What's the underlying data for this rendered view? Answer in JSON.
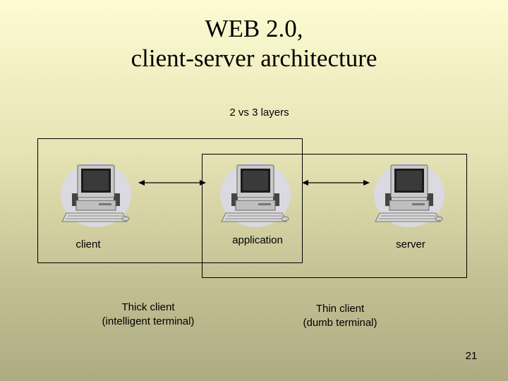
{
  "slide": {
    "title_line1": "WEB 2.0,",
    "title_line2": "client-server architecture",
    "subtitle": "2 vs 3 layers",
    "page_number": "21"
  },
  "diagram": {
    "nodes": [
      {
        "id": "client",
        "label": "client",
        "icon": "desktop-computer-icon"
      },
      {
        "id": "application",
        "label": "application",
        "icon": "desktop-computer-icon"
      },
      {
        "id": "server",
        "label": "server",
        "icon": "desktop-computer-icon"
      }
    ],
    "connections": [
      {
        "from": "client",
        "to": "application",
        "type": "bidirectional-arrow"
      },
      {
        "from": "application",
        "to": "server",
        "type": "bidirectional-arrow"
      }
    ],
    "groups": [
      {
        "id": "thick",
        "label_line1": "Thick client",
        "label_line2": "(intelligent terminal)",
        "members": [
          "client",
          "application"
        ]
      },
      {
        "id": "thin",
        "label_line1": "Thin client",
        "label_line2": "(dumb terminal)",
        "members": [
          "application",
          "server"
        ]
      }
    ]
  }
}
